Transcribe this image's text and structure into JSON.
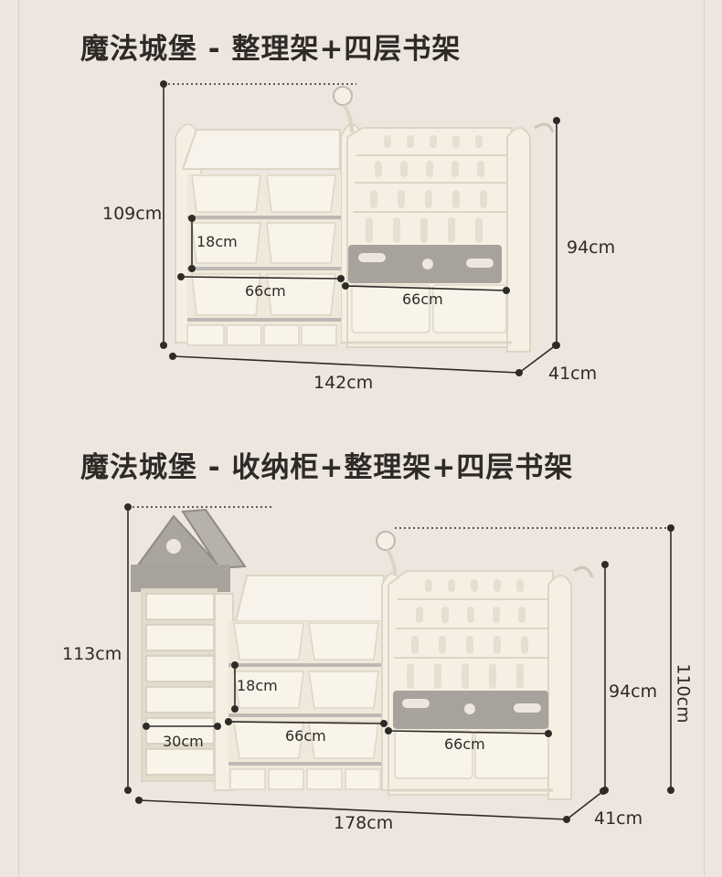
{
  "section1": {
    "title": "魔法城堡 - 整理架+四层书架",
    "dims": {
      "height_left": "109cm",
      "height_right": "94cm",
      "drawer_height": "18cm",
      "rack_width": "66cm",
      "bookshelf_width": "66cm",
      "total_width": "142cm",
      "depth": "41cm"
    }
  },
  "section2": {
    "title": "魔法城堡 - 收纳柜+整理架+四层书架",
    "dims": {
      "height_left": "113cm",
      "height_right": "94cm",
      "height_lamp": "110cm",
      "drawer_height": "18cm",
      "cabinet_width": "30cm",
      "rack_width": "66cm",
      "bookshelf_width": "66cm",
      "total_width": "178cm",
      "depth": "41cm"
    }
  },
  "colors": {
    "background": "#ede6df",
    "furniture": "#f5f0e3",
    "furniture_shadow": "#ddd5c4",
    "panel_gray": "#a8a29c",
    "rail_gray": "#bdb8b3",
    "text": "#2e2a27"
  }
}
